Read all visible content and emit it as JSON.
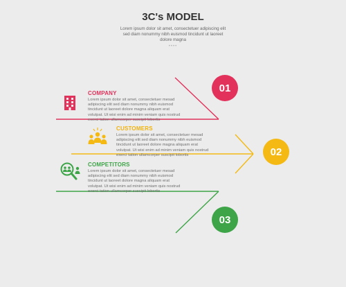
{
  "header": {
    "title": "3C's MODEL",
    "subtitle": "Lorem ipsum dolor sit amet, consectetuer adipiscing elit sed diam nonummy nibh euismod tincidunt ut laoreet dolore magna",
    "dots": "••••"
  },
  "colors": {
    "company": "#e2315b",
    "customers": "#f4b912",
    "competitors": "#3da447",
    "background": "#ececec"
  },
  "items": [
    {
      "number": "01",
      "heading": "COMPANY",
      "body": "Lorem ipsum dolor sit amet, consectetuer mesad adipiscing elit sed diam nonummy nibh euismod tincidunt ut laoreet dolore magna aliquam erat volutpat. Ut wisi enim ad minim veniam quis nostrud exerci tation ullamcorper suscipit lobortis",
      "icon": "building-icon"
    },
    {
      "number": "02",
      "heading": "CUSTOMERS",
      "body": "Lorem ipsum dolor sit amet, consectetuer mesad adipiscing elit sed diam nonummy nibh euismod tincidunt ut laoreet dolore magna aliquam erat volutpat. Ut wisi enim ad minim veniam quis nostrud exerci tation ullamcorper suscipit lobortis",
      "icon": "people-group-icon"
    },
    {
      "number": "03",
      "heading": "COMPETITORS",
      "body": "Lorem ipsum dolor sit amet, consectetuer mesad adipiscing elit sed diam nonummy nibh euismod tincidunt ut laoreet dolore magna aliquam erat volutpat. Ut wisi enim ad minim veniam quis nostrud exerci tation ullamcorper suscipit lobortis",
      "icon": "search-people-icon"
    }
  ]
}
